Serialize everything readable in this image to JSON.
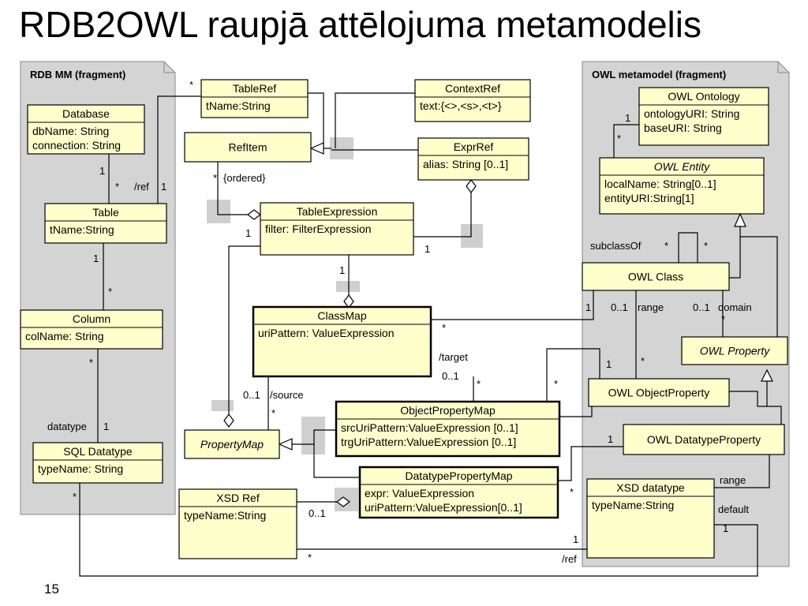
{
  "slide": {
    "title": "RDB2OWL raupjā attēlojuma metamodelis",
    "page_number": "15"
  },
  "packages": [
    {
      "key": "rdb",
      "title": "RDB MM (fragment)"
    },
    {
      "key": "owl",
      "title": "OWL metamodel (fragment)"
    }
  ],
  "classes": {
    "database": {
      "name": "Database",
      "attrs": [
        "dbName: String",
        "connection: String"
      ]
    },
    "table": {
      "name": "Table",
      "attrs": [
        "tName:String"
      ]
    },
    "column": {
      "name": "Column",
      "attrs": [
        "colName: String"
      ]
    },
    "sqldatatype": {
      "name": "SQL Datatype",
      "attrs": [
        "typeName: String"
      ]
    },
    "tableref": {
      "name": "TableRef",
      "attrs": [
        "tName:String"
      ]
    },
    "contextref": {
      "name": "ContextRef",
      "attrs": [
        "text:{<>,<s>,<t>}"
      ]
    },
    "refitem": {
      "name": "RefItem",
      "attrs": []
    },
    "exprref": {
      "name": "ExprRef",
      "attrs": [
        "alias: String [0..1]"
      ]
    },
    "tableexpression": {
      "name": "TableExpression",
      "attrs": [
        "filter: FilterExpression"
      ]
    },
    "classmap": {
      "name": "ClassMap",
      "attrs": [
        "uriPattern: ValueExpression"
      ]
    },
    "propertymap": {
      "name": "PropertyMap",
      "attrs": []
    },
    "objectpropertymap": {
      "name": "ObjectPropertyMap",
      "attrs": [
        "srcUriPattern:ValueExpression [0..1]",
        "trgUriPattern:ValueExpression [0..1]"
      ]
    },
    "datatypepropertymap": {
      "name": "DatatypePropertyMap",
      "attrs": [
        "expr: ValueExpression",
        "uriPattern:ValueExpression[0..1]"
      ]
    },
    "xsdref": {
      "name": "XSD Ref",
      "attrs": [
        "typeName:String"
      ]
    },
    "owlontology": {
      "name": "OWL Ontology",
      "attrs": [
        "ontologyURI: String",
        "baseURI: String"
      ]
    },
    "owlentity": {
      "name": "OWL Entity",
      "attrs": [
        "localName: String[0..1]",
        "entityURI:String[1]"
      ]
    },
    "owlclass": {
      "name": "OWL Class",
      "attrs": []
    },
    "owlproperty": {
      "name": "OWL Property",
      "attrs": []
    },
    "owlobjectproperty": {
      "name": "OWL ObjectProperty",
      "attrs": []
    },
    "owldatatypeproperty": {
      "name": "OWL DatatypeProperty",
      "attrs": []
    },
    "xsddatatype": {
      "name": "XSD datatype",
      "attrs": [
        "typeName:String"
      ]
    }
  },
  "labels": [
    {
      "key": "tableref-star",
      "text": "*"
    },
    {
      "key": "db-table-1",
      "text": "1"
    },
    {
      "key": "db-table-star",
      "text": "*"
    },
    {
      "key": "ref-role",
      "text": "/ref"
    },
    {
      "key": "ref-1",
      "text": "1"
    },
    {
      "key": "table-column-1",
      "text": "1"
    },
    {
      "key": "table-column-star",
      "text": "*"
    },
    {
      "key": "column-datatype-star",
      "text": "*"
    },
    {
      "key": "datatype-role",
      "text": "datatype"
    },
    {
      "key": "datatype-1",
      "text": "1"
    },
    {
      "key": "sqldt-star",
      "text": "*"
    },
    {
      "key": "refitem-star",
      "text": "*"
    },
    {
      "key": "refitem-ordered",
      "text": "{ordered}"
    },
    {
      "key": "te-propmap-1",
      "text": "1"
    },
    {
      "key": "te-exprref-1",
      "text": "1"
    },
    {
      "key": "te-classmap-1",
      "text": "1"
    },
    {
      "key": "classmap-star",
      "text": "*"
    },
    {
      "key": "target-role",
      "text": "/target"
    },
    {
      "key": "target-mult",
      "text": "0..1"
    },
    {
      "key": "target-star",
      "text": "*"
    },
    {
      "key": "opm-star",
      "text": "*"
    },
    {
      "key": "source-mult",
      "text": "0..1"
    },
    {
      "key": "source-role",
      "text": "/source"
    },
    {
      "key": "source-star",
      "text": "*"
    },
    {
      "key": "xsdref-mult",
      "text": "0..1"
    },
    {
      "key": "xsdref-star",
      "text": "*"
    },
    {
      "key": "xsdref-ref-1",
      "text": "1"
    },
    {
      "key": "xsdref-ref-role",
      "text": "/ref"
    },
    {
      "key": "ontology-1",
      "text": "1"
    },
    {
      "key": "ontology-star",
      "text": "*"
    },
    {
      "key": "subclassof-role",
      "text": "subclassOf"
    },
    {
      "key": "subclassof-star1",
      "text": "*"
    },
    {
      "key": "subclassof-star2",
      "text": "*"
    },
    {
      "key": "owlclass-classmap-1",
      "text": "1"
    },
    {
      "key": "range-mult",
      "text": "0..1"
    },
    {
      "key": "range-role",
      "text": "range"
    },
    {
      "key": "domain-mult",
      "text": "0..1"
    },
    {
      "key": "domain-role",
      "text": "domain"
    },
    {
      "key": "domain-star",
      "text": "*"
    },
    {
      "key": "objprop-1",
      "text": "1"
    },
    {
      "key": "objprop-star",
      "text": "*"
    },
    {
      "key": "dtprop-1",
      "text": "1"
    },
    {
      "key": "dpm-star",
      "text": "*"
    },
    {
      "key": "xsd-range-role",
      "text": "range"
    },
    {
      "key": "default-role",
      "text": "default"
    },
    {
      "key": "default-1",
      "text": "1"
    }
  ],
  "colors": {
    "class_fill": "#ffffcc",
    "package_fill": "#d4d4d4",
    "marker_fill": "#cfcfcf",
    "line": "#000000"
  }
}
